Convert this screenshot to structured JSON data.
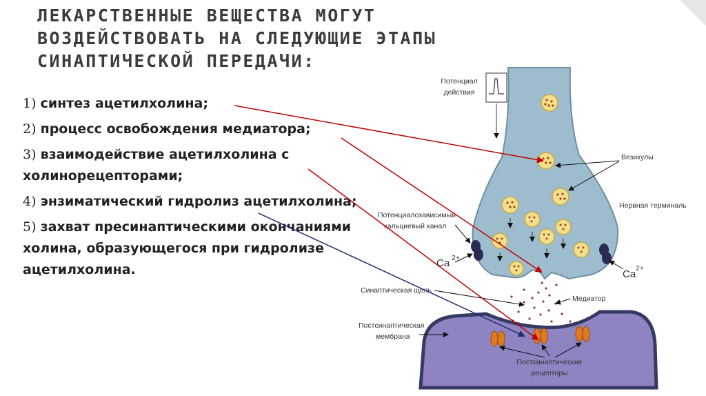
{
  "title": "Лекарственные вещества могут воздействовать на следующие этапы синаптической передачи:",
  "steps": [
    {
      "num": "1)",
      "text": "синтез ацетилхолина;"
    },
    {
      "num": "2)",
      "text": "процесс освобождения медиатора;"
    },
    {
      "num": "3)",
      "text": "взаимодействие ацетилхолина с холинорецепторами;"
    },
    {
      "num": "4)",
      "text": "энзиматический гидролиз ацетилхолина;"
    },
    {
      "num": "5)",
      "text": "захват пресинаптическими окончаниями холина, образующегося при гидролизе ацетилхолина."
    }
  ],
  "diagram_labels": {
    "action_potential": [
      "Потенциал",
      "действия"
    ],
    "vesicles": "Везикулы",
    "nerve_terminal": "Нервная терминаль",
    "calcium_channel": [
      "Потенциалозависимый",
      "кальциевый канал"
    ],
    "calcium_left": "Ca",
    "calcium_right": "Ca",
    "calcium_sup": "2+",
    "synaptic_cleft": "Синаптическая щель",
    "mediator": "Медиатор",
    "postsynaptic_membrane": [
      "Постсинаптическая",
      "мембрана"
    ],
    "postsynaptic_receptors": [
      "Постсинаптические",
      "рецепторы"
    ]
  },
  "colors": {
    "title": "#3c3c3c",
    "arrow_red": "#c00000",
    "arrow_blue": "#1f2a6b",
    "terminal_fill": "#9dbccd",
    "terminal_stroke": "#6f8ea0",
    "postsynaptic_fill": "#8e84c2",
    "vesicle_fill": "#f1e08a",
    "receptor": "#e07a1f"
  }
}
